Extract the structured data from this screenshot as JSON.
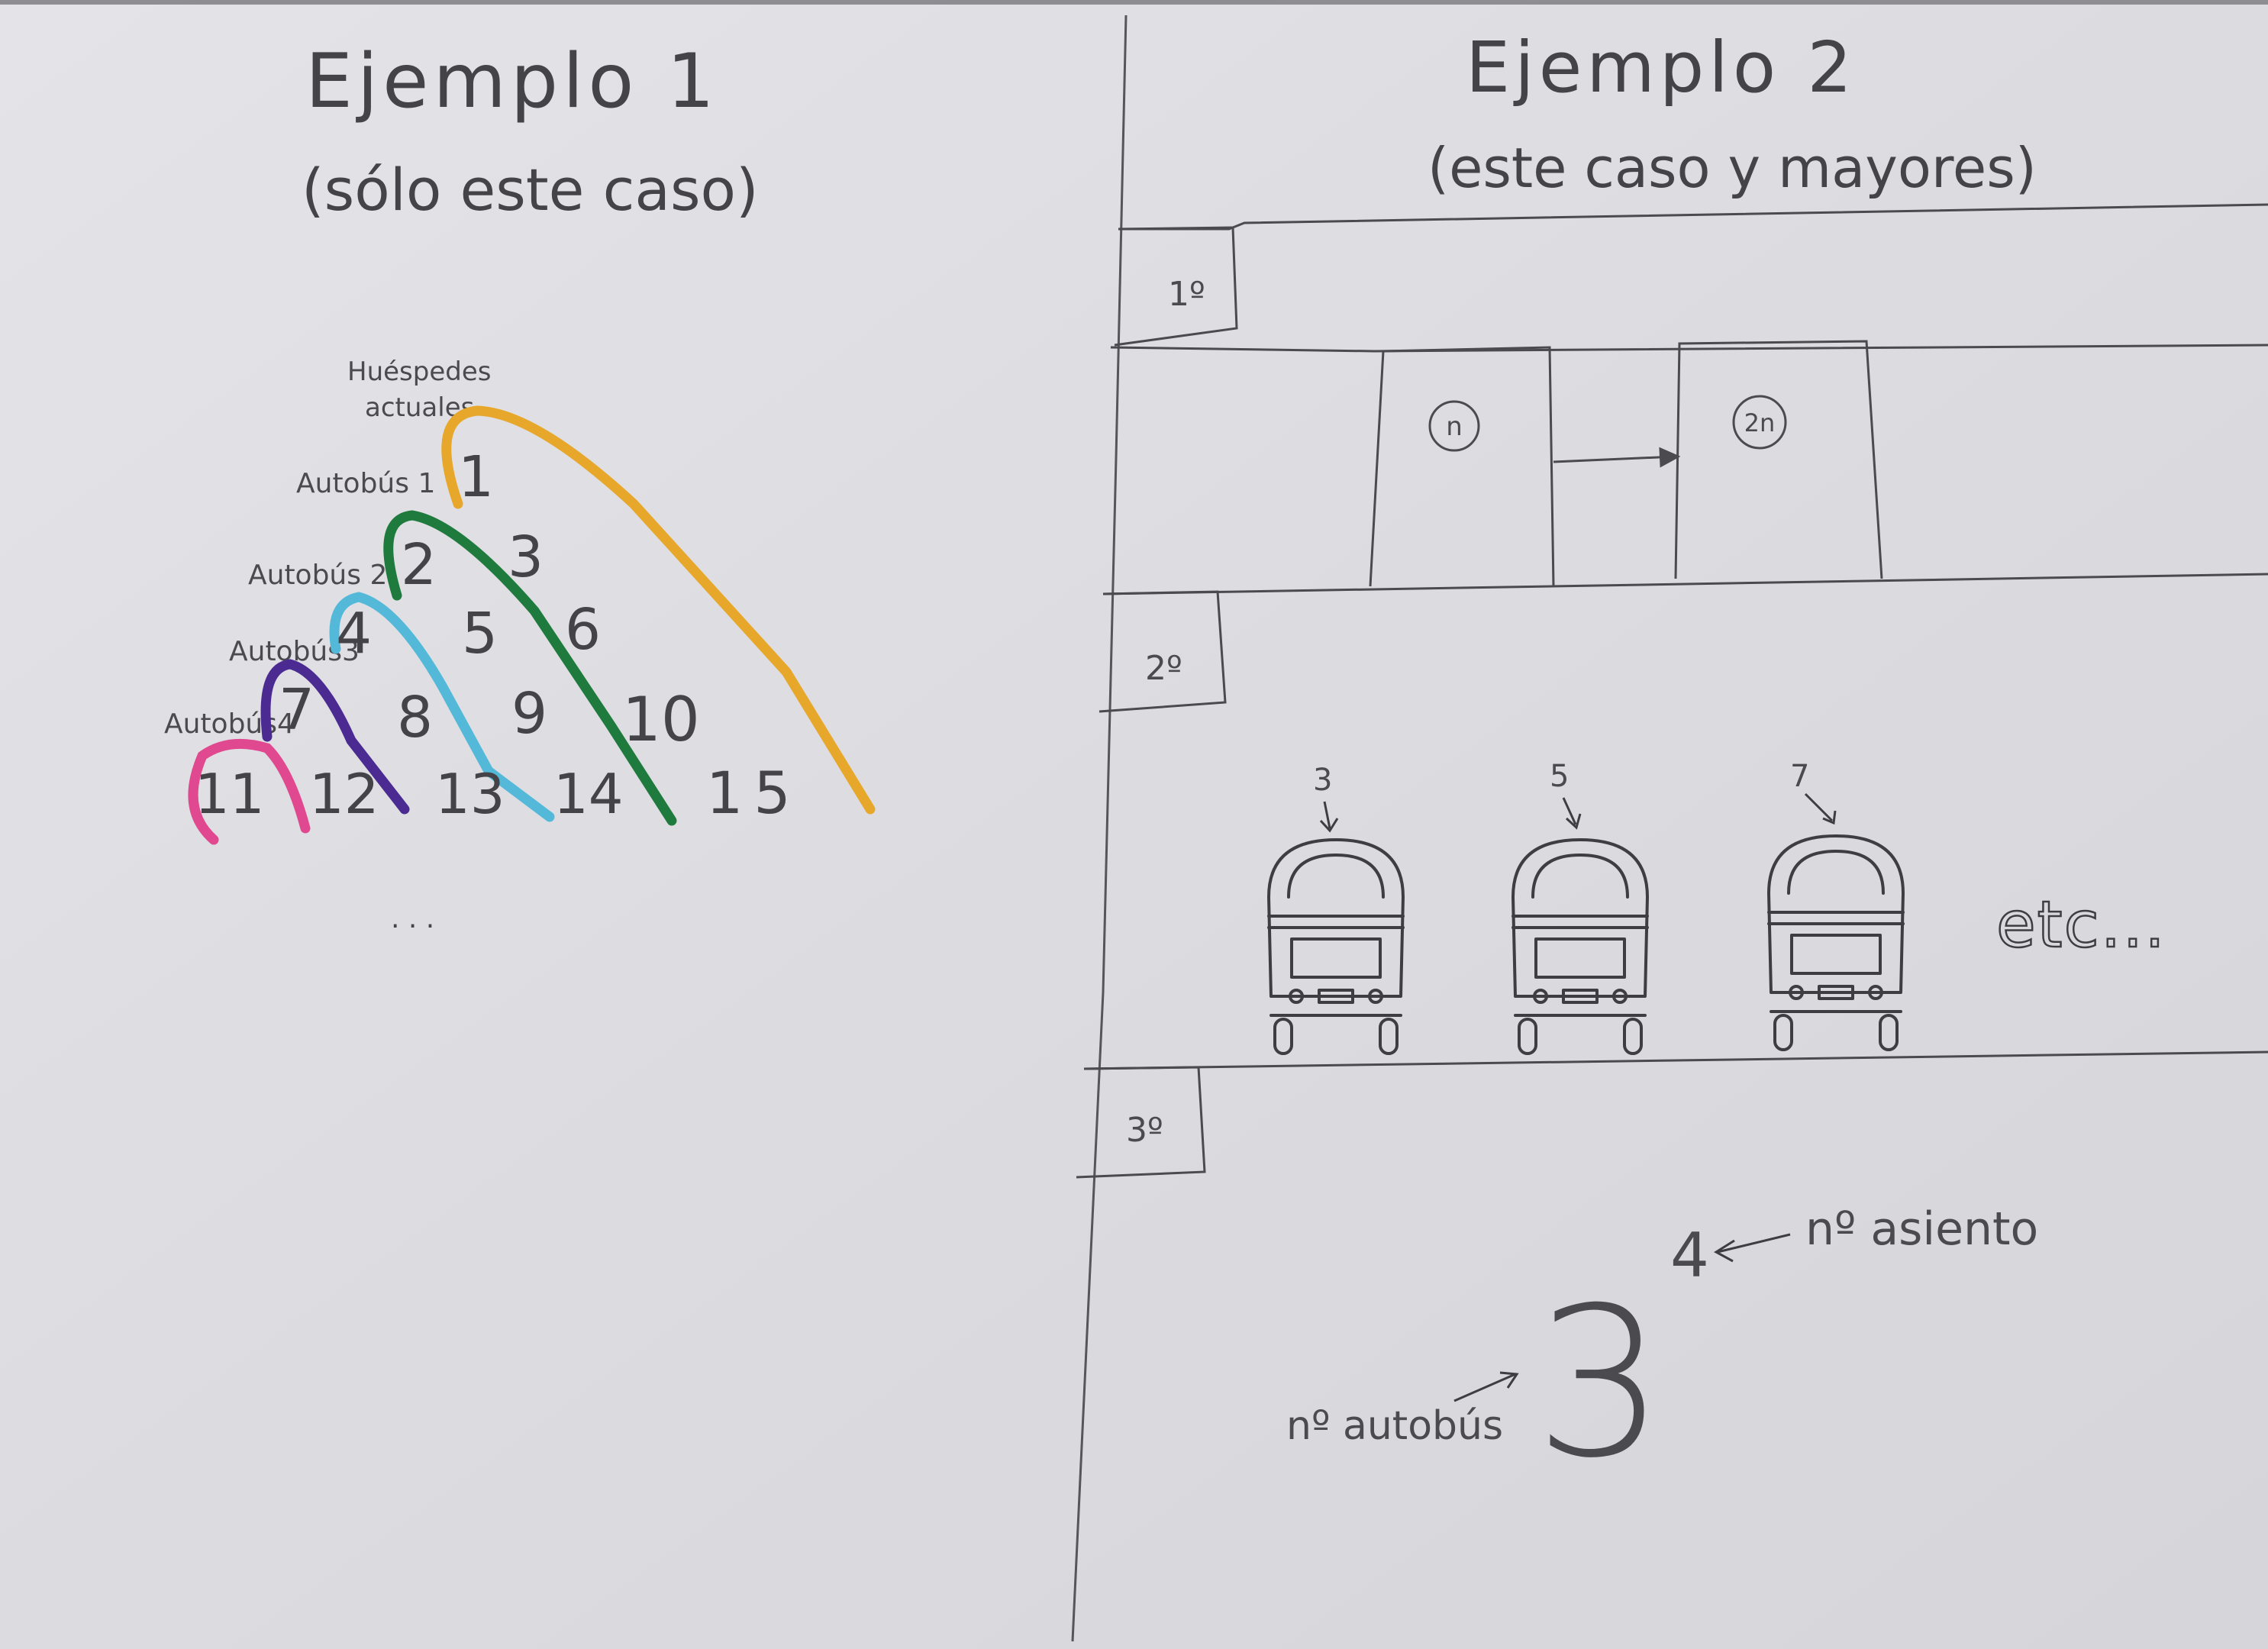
{
  "example1": {
    "title": "Ejemplo 1",
    "subtitle": "(sólo este caso)",
    "guests_label_1": "Huéspedes",
    "guests_label_2": "actuales",
    "bus_labels": [
      "Autobús 1",
      "Autobús 2",
      "Autobús3",
      "Autobús4"
    ],
    "rows": [
      [
        "1"
      ],
      [
        "2",
        "3"
      ],
      [
        "4",
        "5",
        "6"
      ],
      [
        "7",
        "8",
        "9",
        "10"
      ],
      [
        "11",
        "12",
        "13",
        "14",
        "15"
      ]
    ],
    "ellipsis": ". . .",
    "arc_colors": [
      "#e6a72a",
      "#1f7a3e",
      "#54b9d9",
      "#4b2a92",
      "#e0488f"
    ]
  },
  "example2": {
    "title": "Ejemplo 2",
    "subtitle": "(este caso y mayores)",
    "floors": [
      "1º",
      "2º",
      "3º"
    ],
    "room_from": "n",
    "room_to": "2n",
    "bus_numbers": [
      "3",
      "5",
      "7"
    ],
    "etc": "etc...",
    "base": "3",
    "exponent": "4",
    "base_label": "nº autobús",
    "exponent_label": "nº asiento"
  }
}
